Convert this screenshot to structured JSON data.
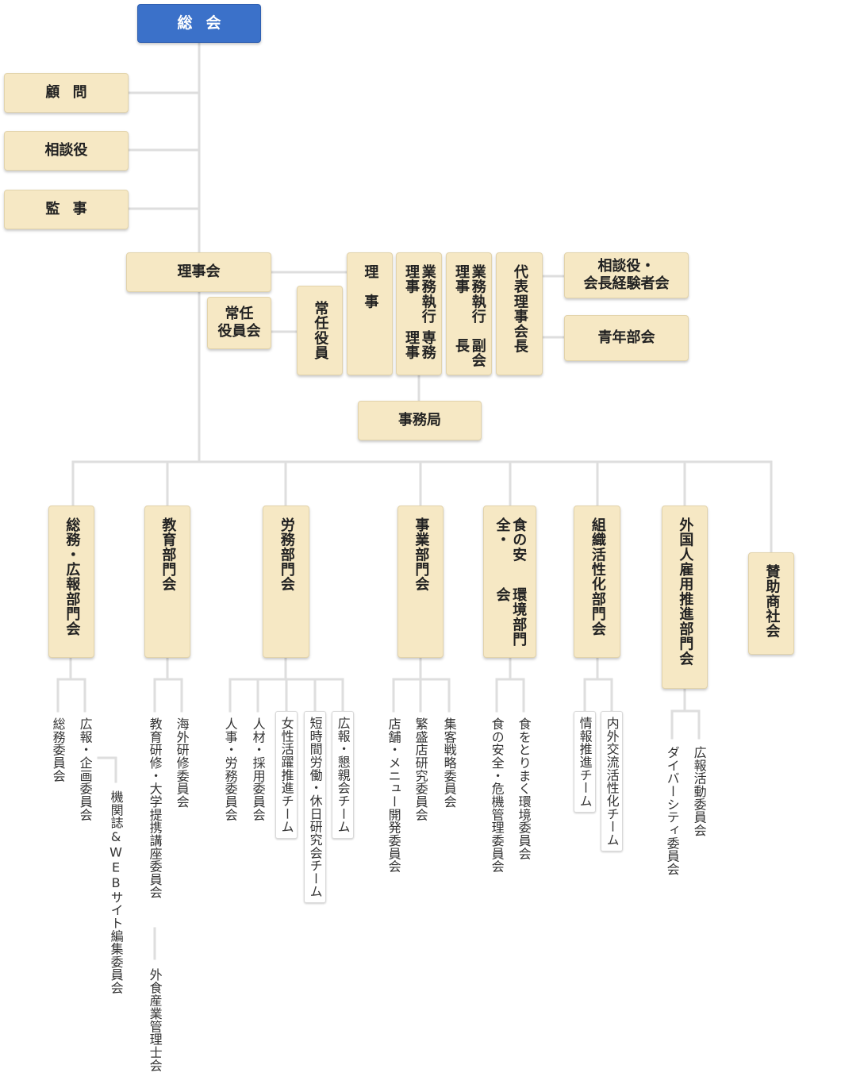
{
  "top": {
    "general_assembly": "総会"
  },
  "advisors": [
    "顧問",
    "相談役",
    "監事"
  ],
  "board": {
    "board_of_directors": "理事会",
    "standing_committee": [
      "常任",
      "役員会"
    ],
    "standing_officers": "常任役員",
    "director": "理　事",
    "exec_director": [
      "業務執行理事",
      "専務理事"
    ],
    "exec_vp": [
      "業務執行理事",
      "副会長"
    ],
    "rep_director": [
      "代表理事",
      "会長"
    ],
    "former_chairs": [
      "相談役・",
      "会長経験者会"
    ],
    "youth": "青年部会",
    "secretariat": "事務局"
  },
  "divisions": [
    {
      "name": [
        "総務・広報部門会"
      ]
    },
    {
      "name": [
        "教育部門会"
      ]
    },
    {
      "name": [
        "労務部門会"
      ]
    },
    {
      "name": [
        "事業部門会"
      ]
    },
    {
      "name": [
        "食の安全・",
        "環境部門会"
      ]
    },
    {
      "name": [
        "組織活性化部門会"
      ]
    },
    {
      "name": [
        "外国人雇用推進部門会"
      ]
    },
    {
      "name": [
        "賛助商社会"
      ]
    }
  ],
  "committees": {
    "general": [
      "総務委員会",
      "広報・企画委員会",
      "機関誌&WEBサイト編集委員会"
    ],
    "education": [
      "教育研修・大学提携講座委員会",
      "海外研修委員会",
      "外食産業管理士会"
    ],
    "labor": [
      "人事・労務委員会",
      "人材・採用委員会",
      "女性活躍推進チーム",
      "短時間労働・休日研究会チーム",
      "広報・懇親会チーム"
    ],
    "business": [
      "店舗・メニュー開発委員会",
      "繁盛店研究委員会",
      "集客戦略委員会"
    ],
    "food_safety": [
      "食の安全・危機管理委員会",
      "食をとりまく環境委員会"
    ],
    "organization": [
      "情報推進チーム",
      "内外交流活性化チーム"
    ],
    "foreign": [
      "ダイバーシティ委員会",
      "広報活動委員会"
    ]
  }
}
